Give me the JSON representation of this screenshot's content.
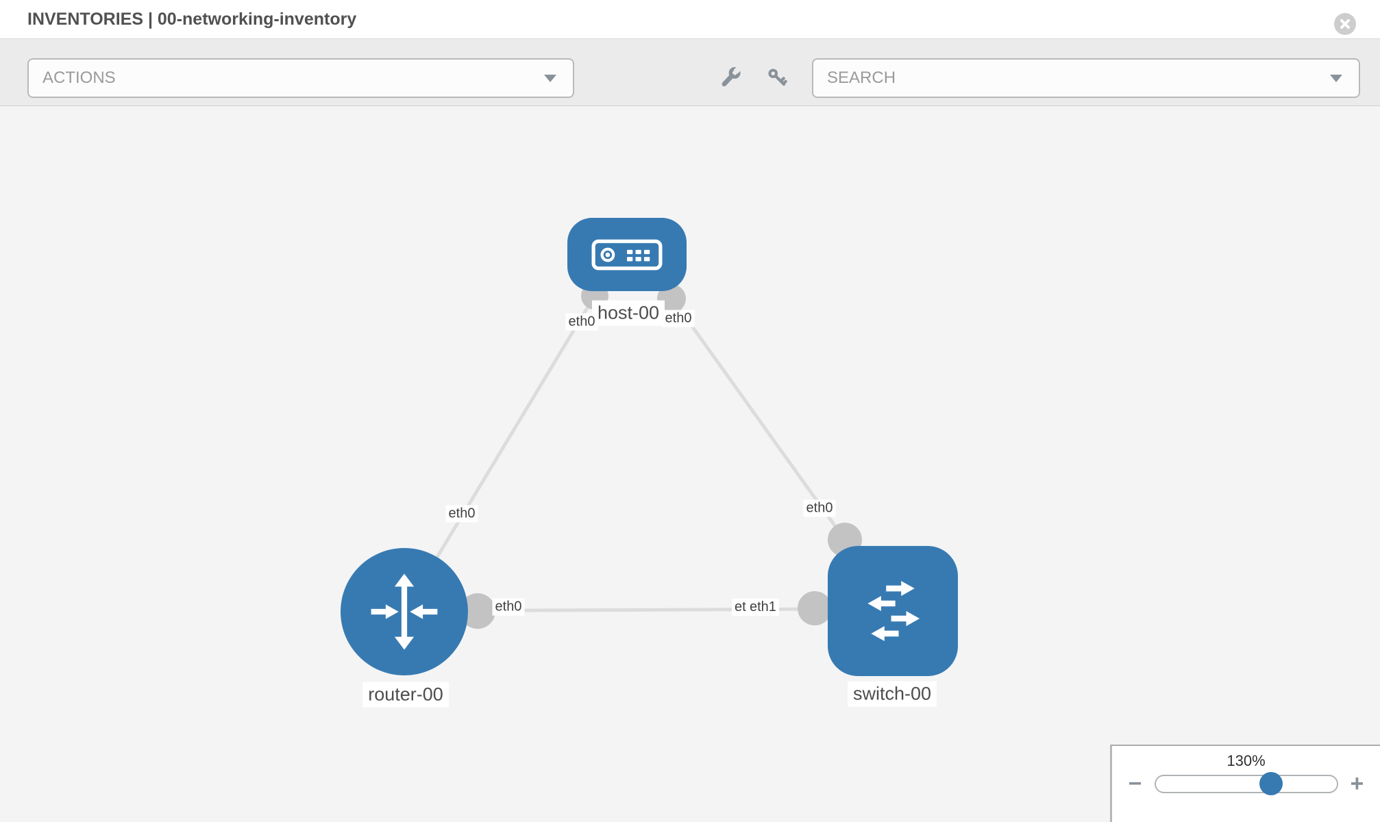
{
  "header": {
    "title": "INVENTORIES | 00-networking-inventory"
  },
  "toolbar": {
    "actions_label": "ACTIONS",
    "search_placeholder": "SEARCH",
    "icons": [
      "wrench-icon",
      "key-icon"
    ]
  },
  "topology": {
    "nodes": [
      {
        "id": "host-00",
        "label": "host-00",
        "type": "host"
      },
      {
        "id": "router-00",
        "label": "router-00",
        "type": "router"
      },
      {
        "id": "switch-00",
        "label": "switch-00",
        "type": "switch"
      }
    ],
    "links": [
      {
        "from": "host-00",
        "to": "router-00"
      },
      {
        "from": "host-00",
        "to": "switch-00"
      },
      {
        "from": "router-00",
        "to": "switch-00"
      }
    ],
    "interface_labels": [
      {
        "text": "eth0"
      },
      {
        "text": "eth0"
      },
      {
        "text": "eth0"
      },
      {
        "text": "eth0"
      },
      {
        "text": "eth0"
      },
      {
        "text": "eth0"
      },
      {
        "text": "eth1"
      }
    ]
  },
  "zoom_control": {
    "level": "130%",
    "zoom_out": "−",
    "zoom_in": "+"
  },
  "colors": {
    "node_blue": "#377ab2",
    "link_gray": "#dcdcdc",
    "connector_gray": "#c3c3c3",
    "toolbar_gray": "#ebebeb",
    "canvas_gray": "#f4f4f5"
  }
}
